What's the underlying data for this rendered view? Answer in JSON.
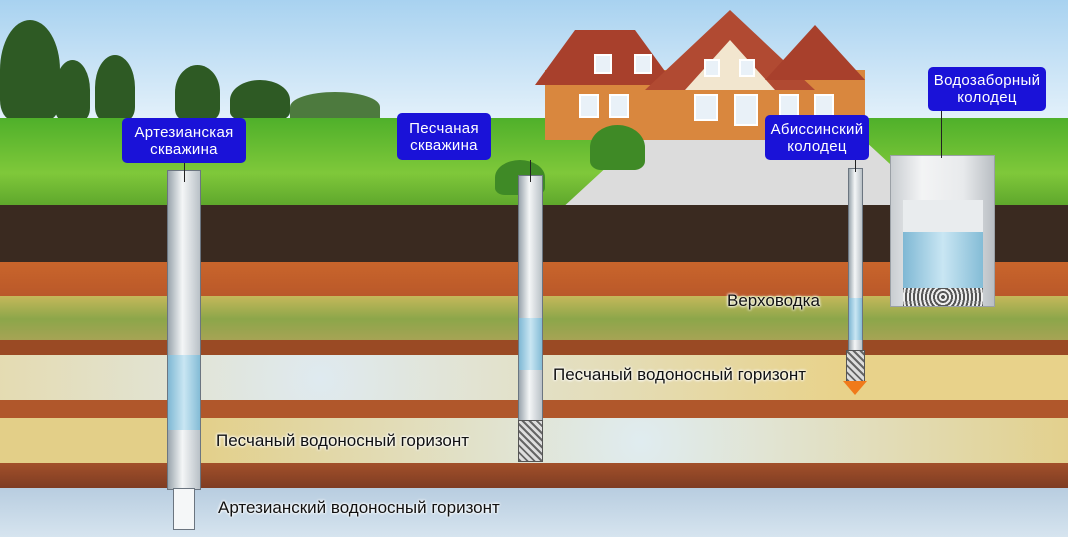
{
  "wells": {
    "artesian": "Артезианская скважина",
    "sand": "Песчаная скважина",
    "abyssinian": "Абиссинский колодец",
    "intake": "Водозаборный колодец"
  },
  "layers": {
    "perched": "Верховодка",
    "sand_aquifer_upper": "Песчаный водоносный горизонт",
    "sand_aquifer_lower": "Песчаный водоносный горизонт",
    "artesian_aquifer": "Артезианский водоносный горизонт"
  },
  "colors": {
    "label_bg": "#1a12d8"
  }
}
